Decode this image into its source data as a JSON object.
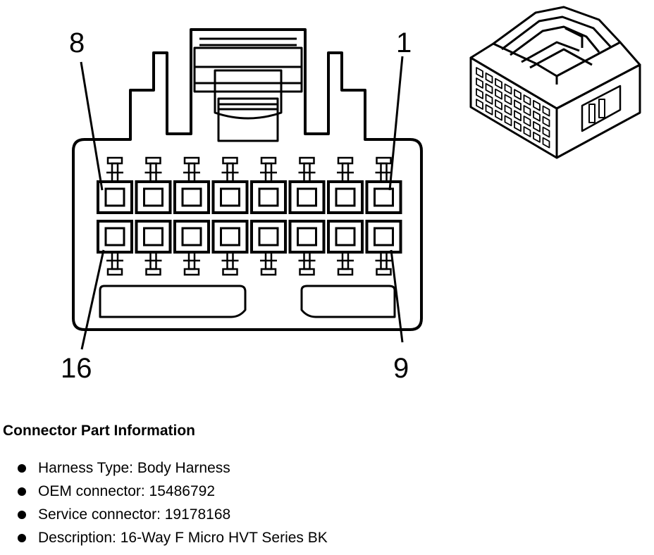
{
  "connector_face": {
    "pin_labels": {
      "top_left": "8",
      "top_right": "1",
      "bottom_left": "16",
      "bottom_right": "9"
    }
  },
  "part_info": {
    "title": "Connector Part Information",
    "items": [
      {
        "label": "Harness Type: Body Harness"
      },
      {
        "label": "OEM connector: 15486792"
      },
      {
        "label": "Service connector: 19178168"
      },
      {
        "label": "Description: 16-Way F Micro HVT Series BK"
      }
    ]
  }
}
